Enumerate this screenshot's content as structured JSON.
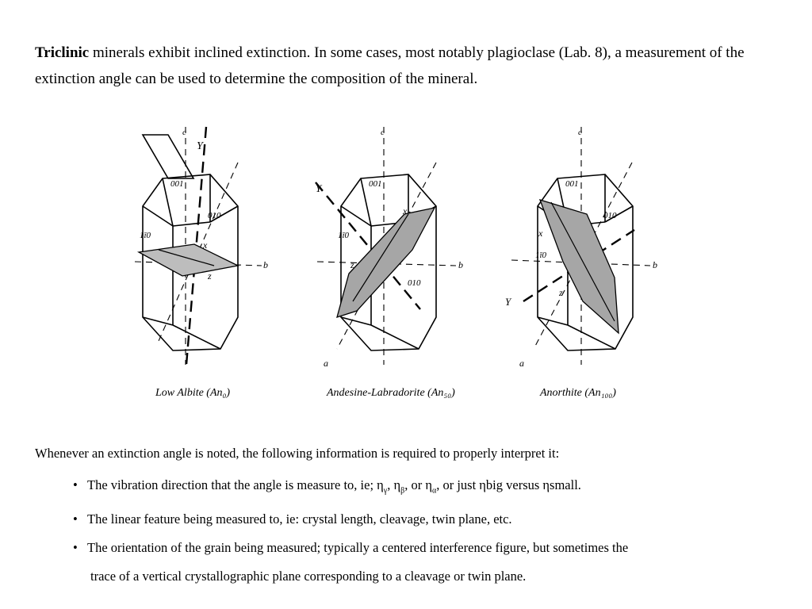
{
  "intro": {
    "bold_word": "Triclinic",
    "sentence": " minerals exhibit inclined extinction.  In some cases, most notably plagioclase (Lab. 8), a measurement of the extinction angle can be used to determine the composition of the mineral."
  },
  "figures": [
    {
      "caption": "Low Albite (An₀)",
      "labels": {
        "c": "c",
        "y": "Y",
        "b": "b",
        "f001": "001",
        "f010": "010",
        "f110": "1ī0",
        "x": "x",
        "z": "z"
      }
    },
    {
      "caption": "Andesine-Labradorite (An₅₀)",
      "labels": {
        "c": "c",
        "y": "Y",
        "b": "b",
        "a": "a",
        "f001": "001",
        "f010": "010",
        "f110": "1ī0",
        "x": "x",
        "z": "z"
      }
    },
    {
      "caption": "Anorthite (An₁₀₀)",
      "labels": {
        "c": "c",
        "y": "Y",
        "b": "b",
        "a": "a",
        "f001": "001",
        "f010": "010",
        "f110": "1ī0",
        "x": "x",
        "z": "z"
      }
    }
  ],
  "lead": "Whenever an extinction angle is noted, the following information is required to properly interpret it:",
  "bullets": {
    "b1_a": "The vibration direction that the angle is measure to, ie; η",
    "b1_sub1": "γ",
    "b1_b": ", η",
    "b1_sub2": "β",
    "b1_c": ", or η",
    "b1_sub3": "α",
    "b1_d": ", or just ηbig versus ηsmall.",
    "b2": "The linear feature being measured to, ie: crystal length, cleavage, twin plane, etc.",
    "b3_line1": "The orientation of the grain being measured; typically a centered interference figure, but sometimes the",
    "b3_line2": "trace of a vertical crystallographic plane corresponding to a cleavage or twin plane.",
    "bullet_char": "•"
  }
}
